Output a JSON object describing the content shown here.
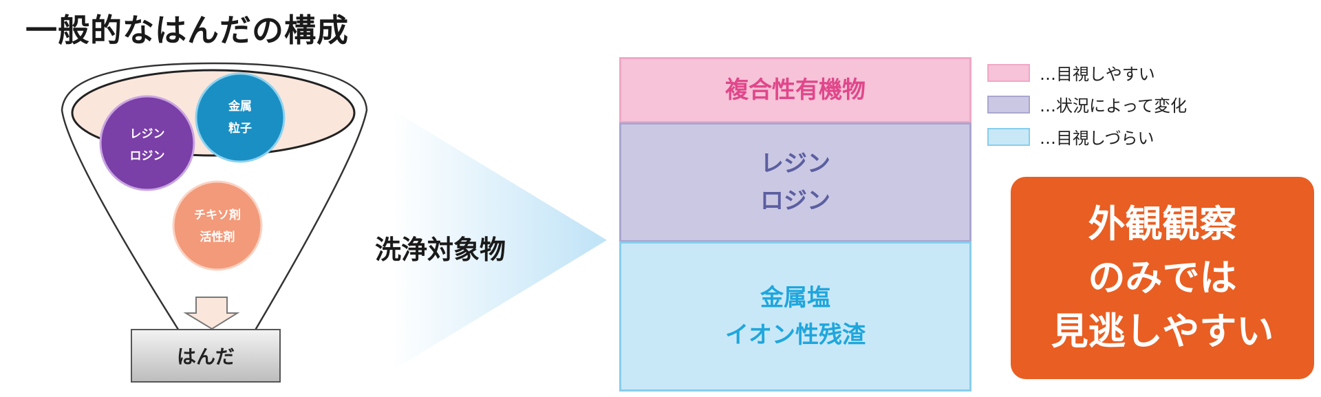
{
  "title": "一般的なはんだの構成",
  "funnel": {
    "components": [
      {
        "lines": [
          "レジン",
          "ロジン"
        ],
        "color": "#7b3fa8"
      },
      {
        "lines": [
          "金属",
          "粒子"
        ],
        "color": "#1a8fc4"
      },
      {
        "lines": [
          "チキソ剤",
          "活性剤"
        ],
        "color": "#f39a7a"
      }
    ],
    "output_label": "はんだ"
  },
  "arrow_label": "洗浄対象物",
  "layers": [
    {
      "lines": [
        "複合性有機物"
      ]
    },
    {
      "lines": [
        "レジン",
        "ロジン"
      ]
    },
    {
      "lines": [
        "金属塩",
        "イオン性残渣"
      ]
    }
  ],
  "legend": [
    {
      "label": "…目視しやすい",
      "color": "#f6c3d8"
    },
    {
      "label": "…状況によって変化",
      "color": "#cac8e3"
    },
    {
      "label": "…目視しづらい",
      "color": "#c8e8f8"
    }
  ],
  "callout": {
    "lines": [
      "外観観察",
      "のみでは",
      "見逃しやすい"
    ],
    "color": "#e95e22"
  }
}
